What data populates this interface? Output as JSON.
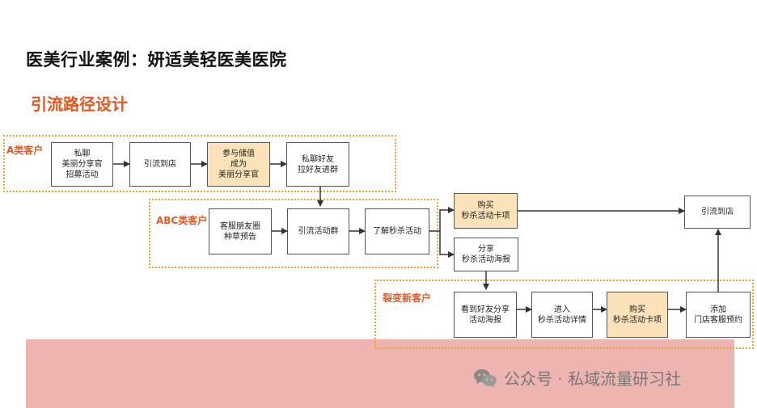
{
  "title": "医美行业案例：妍适美轻医美医院",
  "subtitle": "引流路径设计",
  "groups": {
    "a": "A类客户",
    "abc": "ABC类客户",
    "fission": "裂变新客户"
  },
  "nodes": {
    "a_private_chat": "私聊\n美丽分享官\n招募活动",
    "a_drive_store": "引流到店",
    "a_join_deposit": "参与储值\n成为\n美丽分享官",
    "a_invite_group": "私聊好友\n拉好友进群",
    "abc_moments": "客服朋友圈\n种草预告",
    "abc_group": "引流活动群",
    "abc_learn": "了解秒杀活动",
    "buy_card": "购买\n秒杀活动卡项",
    "share_poster": "分享\n秒杀活动海报",
    "drive_store_final": "引流到店",
    "f_see_poster": "看到好友分享\n活动海报",
    "f_enter_detail": "进入\n秒杀活动详情",
    "f_buy_card": "购买\n秒杀活动卡项",
    "f_add_service": "添加\n门店客服预约"
  },
  "colors": {
    "accent": "#e6561e",
    "group_border": "#f0a030",
    "highlight_fill": "#fbe2b8",
    "band": "#eeb5b0"
  },
  "watermark": {
    "icon": "wechat-icon",
    "text": "公众号 · 私域流量研习社"
  }
}
